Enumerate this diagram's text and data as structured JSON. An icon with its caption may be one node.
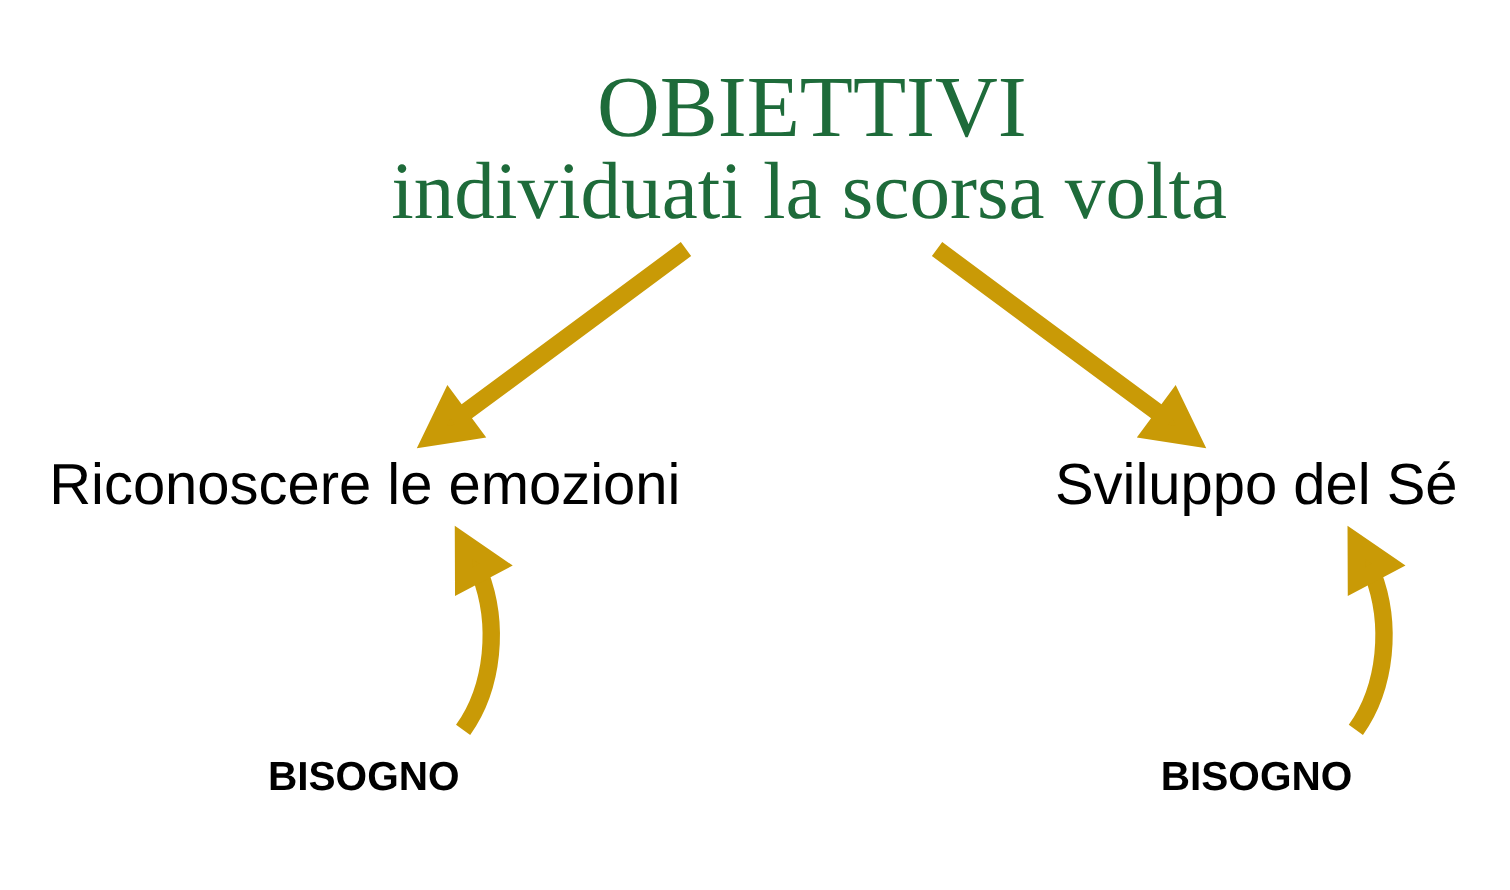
{
  "diagram": {
    "nodes": [
      {
        "text": [
          "OBIETTIVI",
          "individuati la scorsa volta"
        ]
      },
      {
        "text": [
          "Riconoscere le emozioni"
        ]
      },
      {
        "text": [
          "Sviluppo del Sé"
        ]
      },
      {
        "text": [
          "BISOGNO"
        ]
      },
      {
        "text": [
          "BISOGNO"
        ]
      }
    ],
    "edges": [
      {
        "from": 0,
        "to": 1,
        "arrow": "to"
      },
      {
        "from": 0,
        "to": 2,
        "arrow": "to"
      },
      {
        "from": 3,
        "to": 1,
        "arrow": "to"
      },
      {
        "from": 4,
        "to": 2,
        "arrow": "to"
      }
    ]
  }
}
